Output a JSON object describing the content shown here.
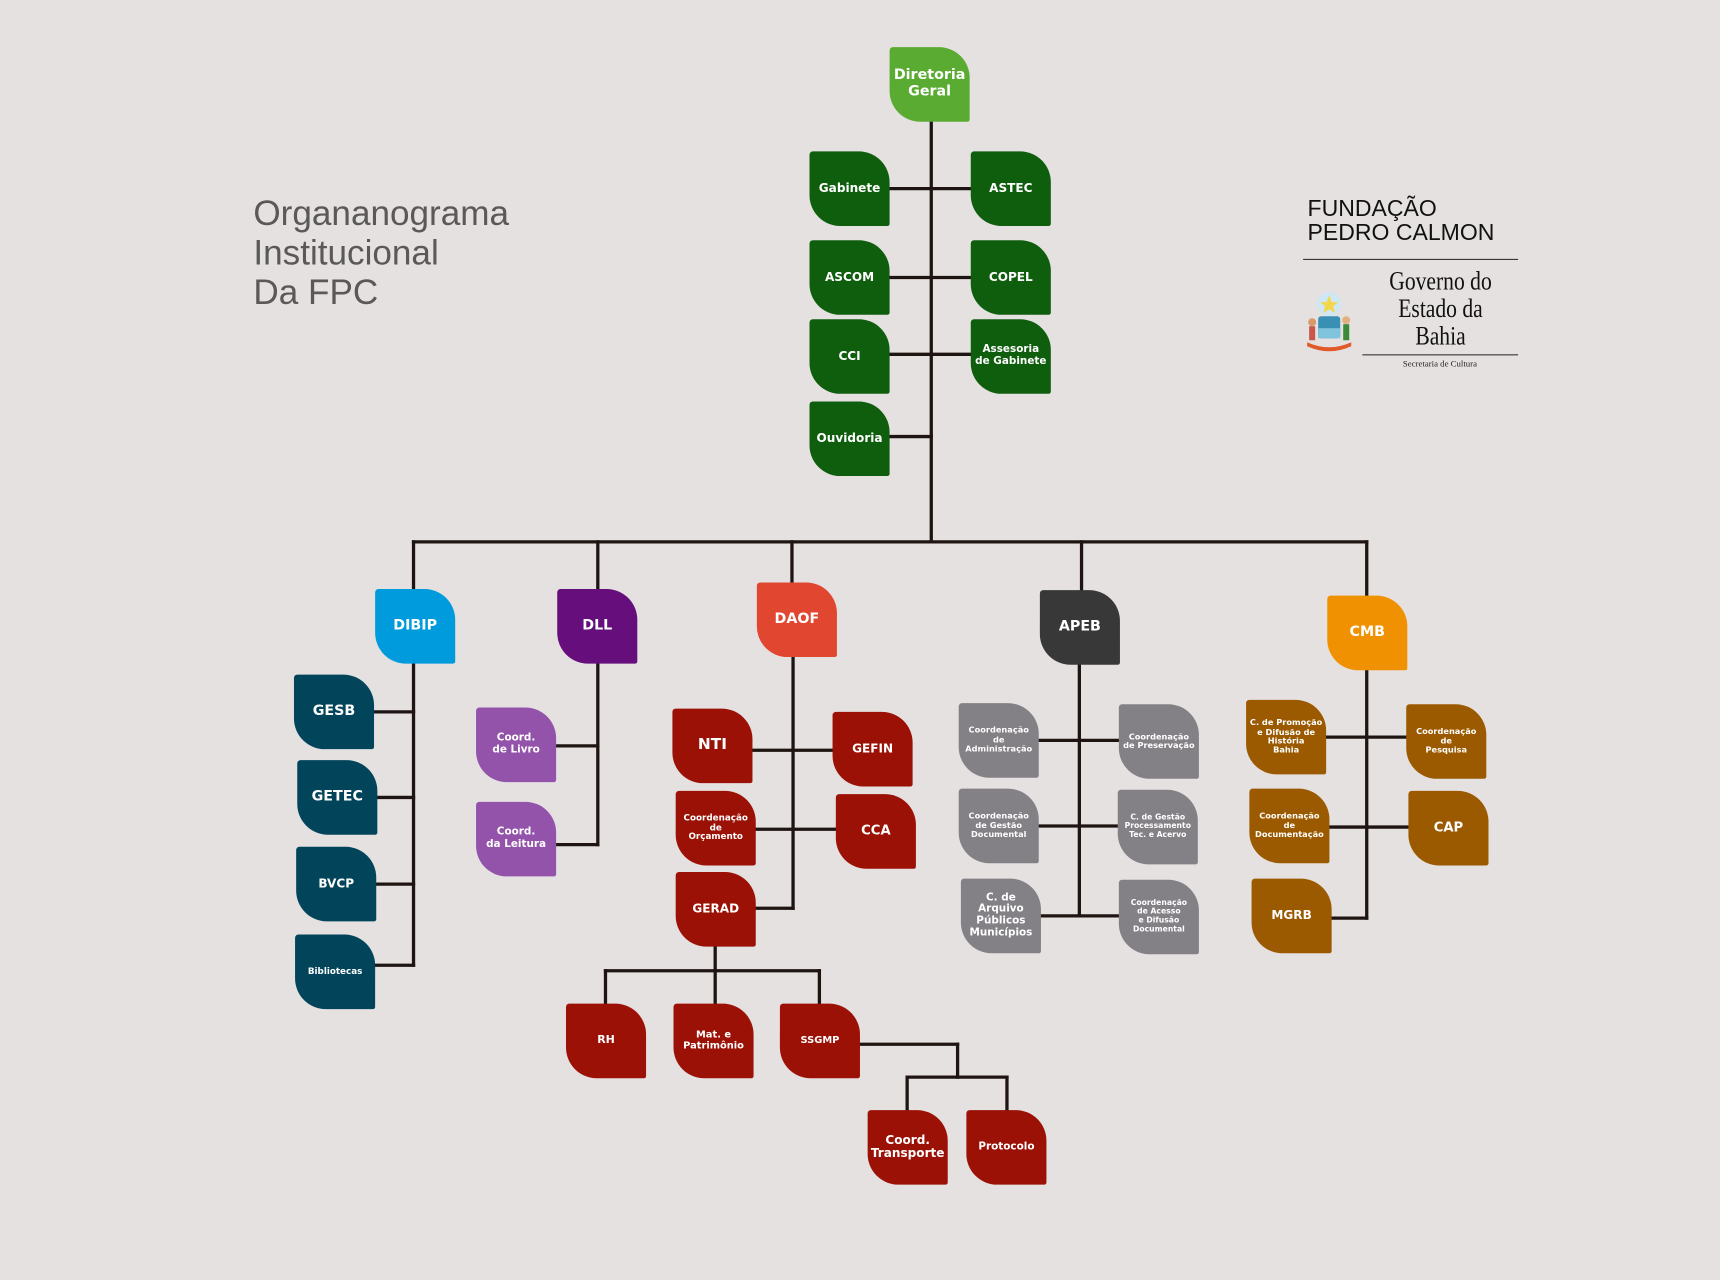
{
  "title": "Organanograma\nInstitucional\nDa FPC",
  "logo": {
    "foundation": "FUNDAÇÃO\nPEDRO CALMON",
    "government_line1": "Governo do",
    "government_line2": "Estado da Bahia",
    "secretariat": "Secretaria de Cultura"
  },
  "colors": {
    "top": "#5aab32",
    "advisory": "#0f5e0e",
    "dibip": "#009bdc",
    "dibip_child": "#02455b",
    "dll": "#650e7c",
    "dll_child": "#9353aa",
    "daof": "#e04630",
    "daof_child": "#9b1106",
    "apeb": "#383838",
    "apeb_child": "#838186",
    "cmb": "#ef9100",
    "cmb_child": "#9b5a00",
    "line": "#1e1512"
  },
  "nodes": {
    "diretoria": {
      "label": "Diretoria\nGeral",
      "color": "top"
    },
    "gabinete": {
      "label": "Gabinete",
      "color": "advisory"
    },
    "astec": {
      "label": "ASTEC",
      "color": "advisory"
    },
    "ascom": {
      "label": "ASCOM",
      "color": "advisory"
    },
    "copel": {
      "label": "COPEL",
      "color": "advisory"
    },
    "cci": {
      "label": "CCI",
      "color": "advisory"
    },
    "assessoria": {
      "label": "Assesoria\nde Gabinete",
      "color": "advisory"
    },
    "ouvidoria": {
      "label": "Ouvidoria",
      "color": "advisory"
    },
    "dibip": {
      "label": "DIBIP",
      "color": "dibip"
    },
    "gesb": {
      "label": "GESB",
      "color": "dibip_child"
    },
    "getec": {
      "label": "GETEC",
      "color": "dibip_child"
    },
    "bvcp": {
      "label": "BVCP",
      "color": "dibip_child"
    },
    "bibliotecas": {
      "label": "Bibliotecas",
      "color": "dibip_child"
    },
    "dll": {
      "label": "DLL",
      "color": "dll"
    },
    "livro": {
      "label": "Coord.\nde Livro",
      "color": "dll_child"
    },
    "leitura": {
      "label": "Coord.\nda Leitura",
      "color": "dll_child"
    },
    "daof": {
      "label": "DAOF",
      "color": "daof"
    },
    "nti": {
      "label": "NTI",
      "color": "daof_child"
    },
    "gefin": {
      "label": "GEFIN",
      "color": "daof_child"
    },
    "orcamento": {
      "label": "Coordenação\nde\nOrçamento",
      "color": "daof_child"
    },
    "cca": {
      "label": "CCA",
      "color": "daof_child"
    },
    "gerad": {
      "label": "GERAD",
      "color": "daof_child"
    },
    "rh": {
      "label": "RH",
      "color": "daof_child"
    },
    "patrimonio": {
      "label": "Mat. e\nPatrimônio",
      "color": "daof_child"
    },
    "ssgmp": {
      "label": "SSGMP",
      "color": "daof_child"
    },
    "transporte": {
      "label": "Coord.\nTransporte",
      "color": "daof_child"
    },
    "protocolo": {
      "label": "Protocolo",
      "color": "daof_child"
    },
    "apeb": {
      "label": "APEB",
      "color": "apeb"
    },
    "administracao": {
      "label": "Coordenação\nde\nAdministração",
      "color": "apeb_child"
    },
    "preservacao": {
      "label": "Coordenação\nde Preservação",
      "color": "apeb_child"
    },
    "gestao_doc": {
      "label": "Coordenação\nde Gestão\nDocumental",
      "color": "apeb_child"
    },
    "processamento": {
      "label": "C. de Gestão\nProcessamento\nTec. e Acervo",
      "color": "apeb_child"
    },
    "arquivo": {
      "label": "C. de\nArquivo\nPúblicos\nMunicípios",
      "color": "apeb_child"
    },
    "acesso": {
      "label": "Coordenação\nde Acesso\ne Difusão\nDocumental",
      "color": "apeb_child"
    },
    "cmb": {
      "label": "CMB",
      "color": "cmb"
    },
    "promocao": {
      "label": "C. de Promoção\ne Difusão de\nHistória\nBahia",
      "color": "cmb_child"
    },
    "pesquisa": {
      "label": "Coordenação\nde\nPesquisa",
      "color": "cmb_child"
    },
    "documentacao": {
      "label": "Coordenação\nde\nDocumentação",
      "color": "cmb_child"
    },
    "cap": {
      "label": "CAP",
      "color": "cmb_child"
    },
    "mgrb": {
      "label": "MGRB",
      "color": "cmb_child"
    }
  }
}
